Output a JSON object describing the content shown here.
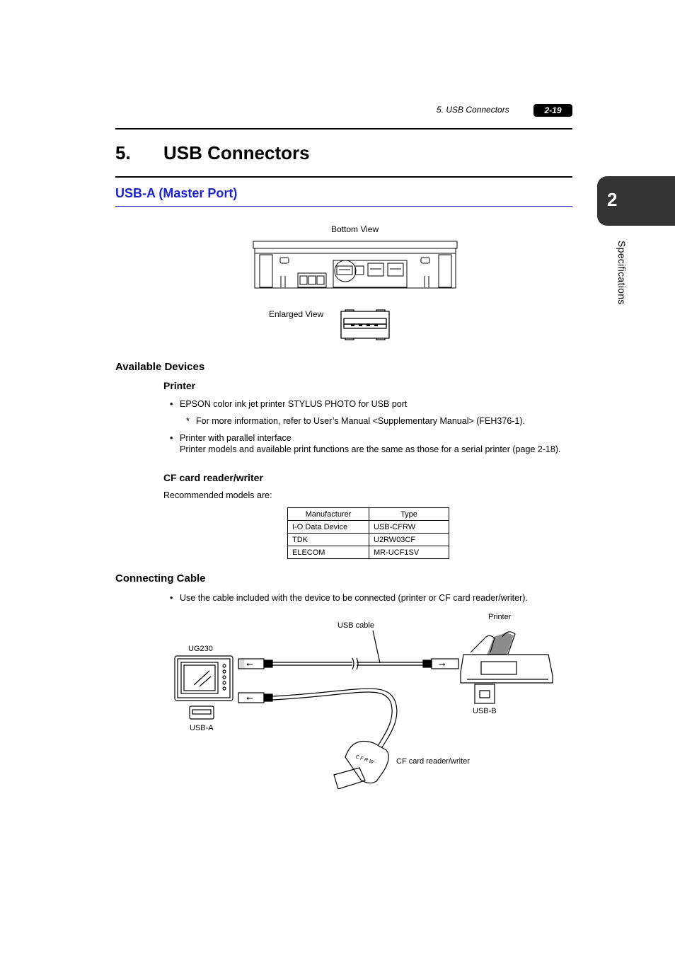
{
  "header": {
    "running_title": "5. USB Connectors",
    "page_number": "2-19"
  },
  "chapter_tab": {
    "number": "2",
    "label": "Specifications"
  },
  "chapter": {
    "number": "5.",
    "title": "USB Connectors"
  },
  "section": {
    "title": "USB-A (Master Port)"
  },
  "figure_top": {
    "bottom_view_label": "Bottom View",
    "enlarged_view_label": "Enlarged View"
  },
  "available_devices": {
    "heading": "Available Devices",
    "printer": {
      "heading": "Printer",
      "items": [
        "EPSON color ink jet printer STYLUS PHOTO for USB port",
        "Printer with parallel interface"
      ],
      "note": "For more information, refer to User’s Manual <Supplementary Manual> (FEH376-1).",
      "note_marker": "*",
      "detail": "Printer models and available print functions are the same as those for a serial printer (page 2-18)."
    },
    "cf_reader": {
      "heading": "CF card reader/writer",
      "intro": "Recommended models are:",
      "table": {
        "headers": [
          "Manufacturer",
          "Type"
        ],
        "rows": [
          [
            "I-O Data Device",
            "USB-CFRW"
          ],
          [
            "TDK",
            "U2RW03CF"
          ],
          [
            "ELECOM",
            "MR-UCF1SV"
          ]
        ]
      }
    }
  },
  "connecting_cable": {
    "heading": "Connecting Cable",
    "item": "Use the cable included with the device to be connected (printer or CF card reader/writer).",
    "diagram": {
      "ug230": "UG230",
      "usb_cable": "USB cable",
      "printer": "Printer",
      "usb_a": "USB-A",
      "usb_b": "USB-B",
      "cf_reader": "CF card reader/writer",
      "cfrw_text": "C F R W"
    }
  }
}
